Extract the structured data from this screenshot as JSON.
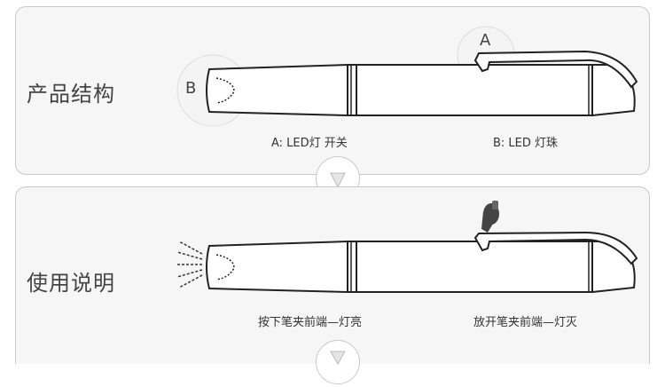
{
  "sections": [
    {
      "title": "产品结构",
      "tag_b": "B",
      "tag_a": "A",
      "caption_a": "A: LED灯 开关",
      "caption_b": "B: LED 灯珠"
    },
    {
      "title": "使用说明",
      "caption_on": "按下笔夹前端—灯亮",
      "caption_off": "放开笔夹前端—灯灭"
    }
  ],
  "icons": {
    "next": "chevron-down-icon",
    "hand": "finger-press-icon"
  },
  "colors": {
    "panel_bg": "#f6f6f6",
    "outline": "#222222"
  }
}
